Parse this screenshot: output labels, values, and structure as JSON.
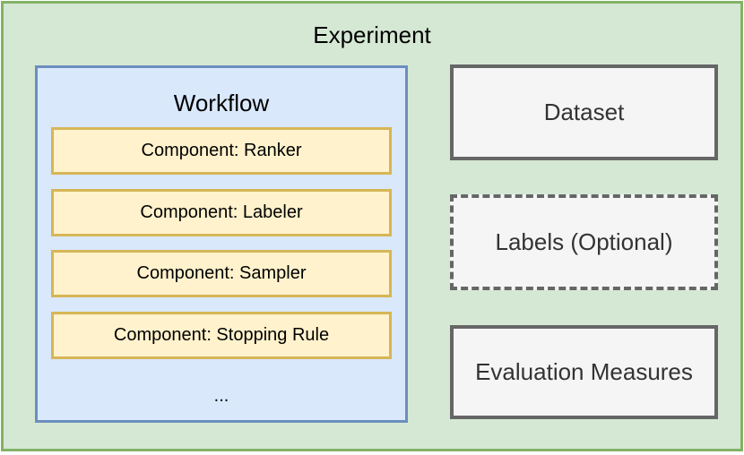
{
  "experiment": {
    "title": "Experiment"
  },
  "workflow": {
    "title": "Workflow",
    "components": [
      "Component: Ranker",
      "Component: Labeler",
      "Component: Sampler",
      "Component: Stopping Rule"
    ],
    "more": "..."
  },
  "side_boxes": {
    "dataset": "Dataset",
    "labels": "Labels (Optional)",
    "evaluation": "Evaluation Measures"
  },
  "colors": {
    "experiment_fill": "#d5e8d4",
    "experiment_border": "#82b366",
    "workflow_fill": "#dae8fc",
    "workflow_border": "#6c8ebf",
    "component_fill": "#fff2cc",
    "component_border": "#d6b656",
    "side_fill": "#f5f5f5",
    "side_border": "#666666"
  }
}
